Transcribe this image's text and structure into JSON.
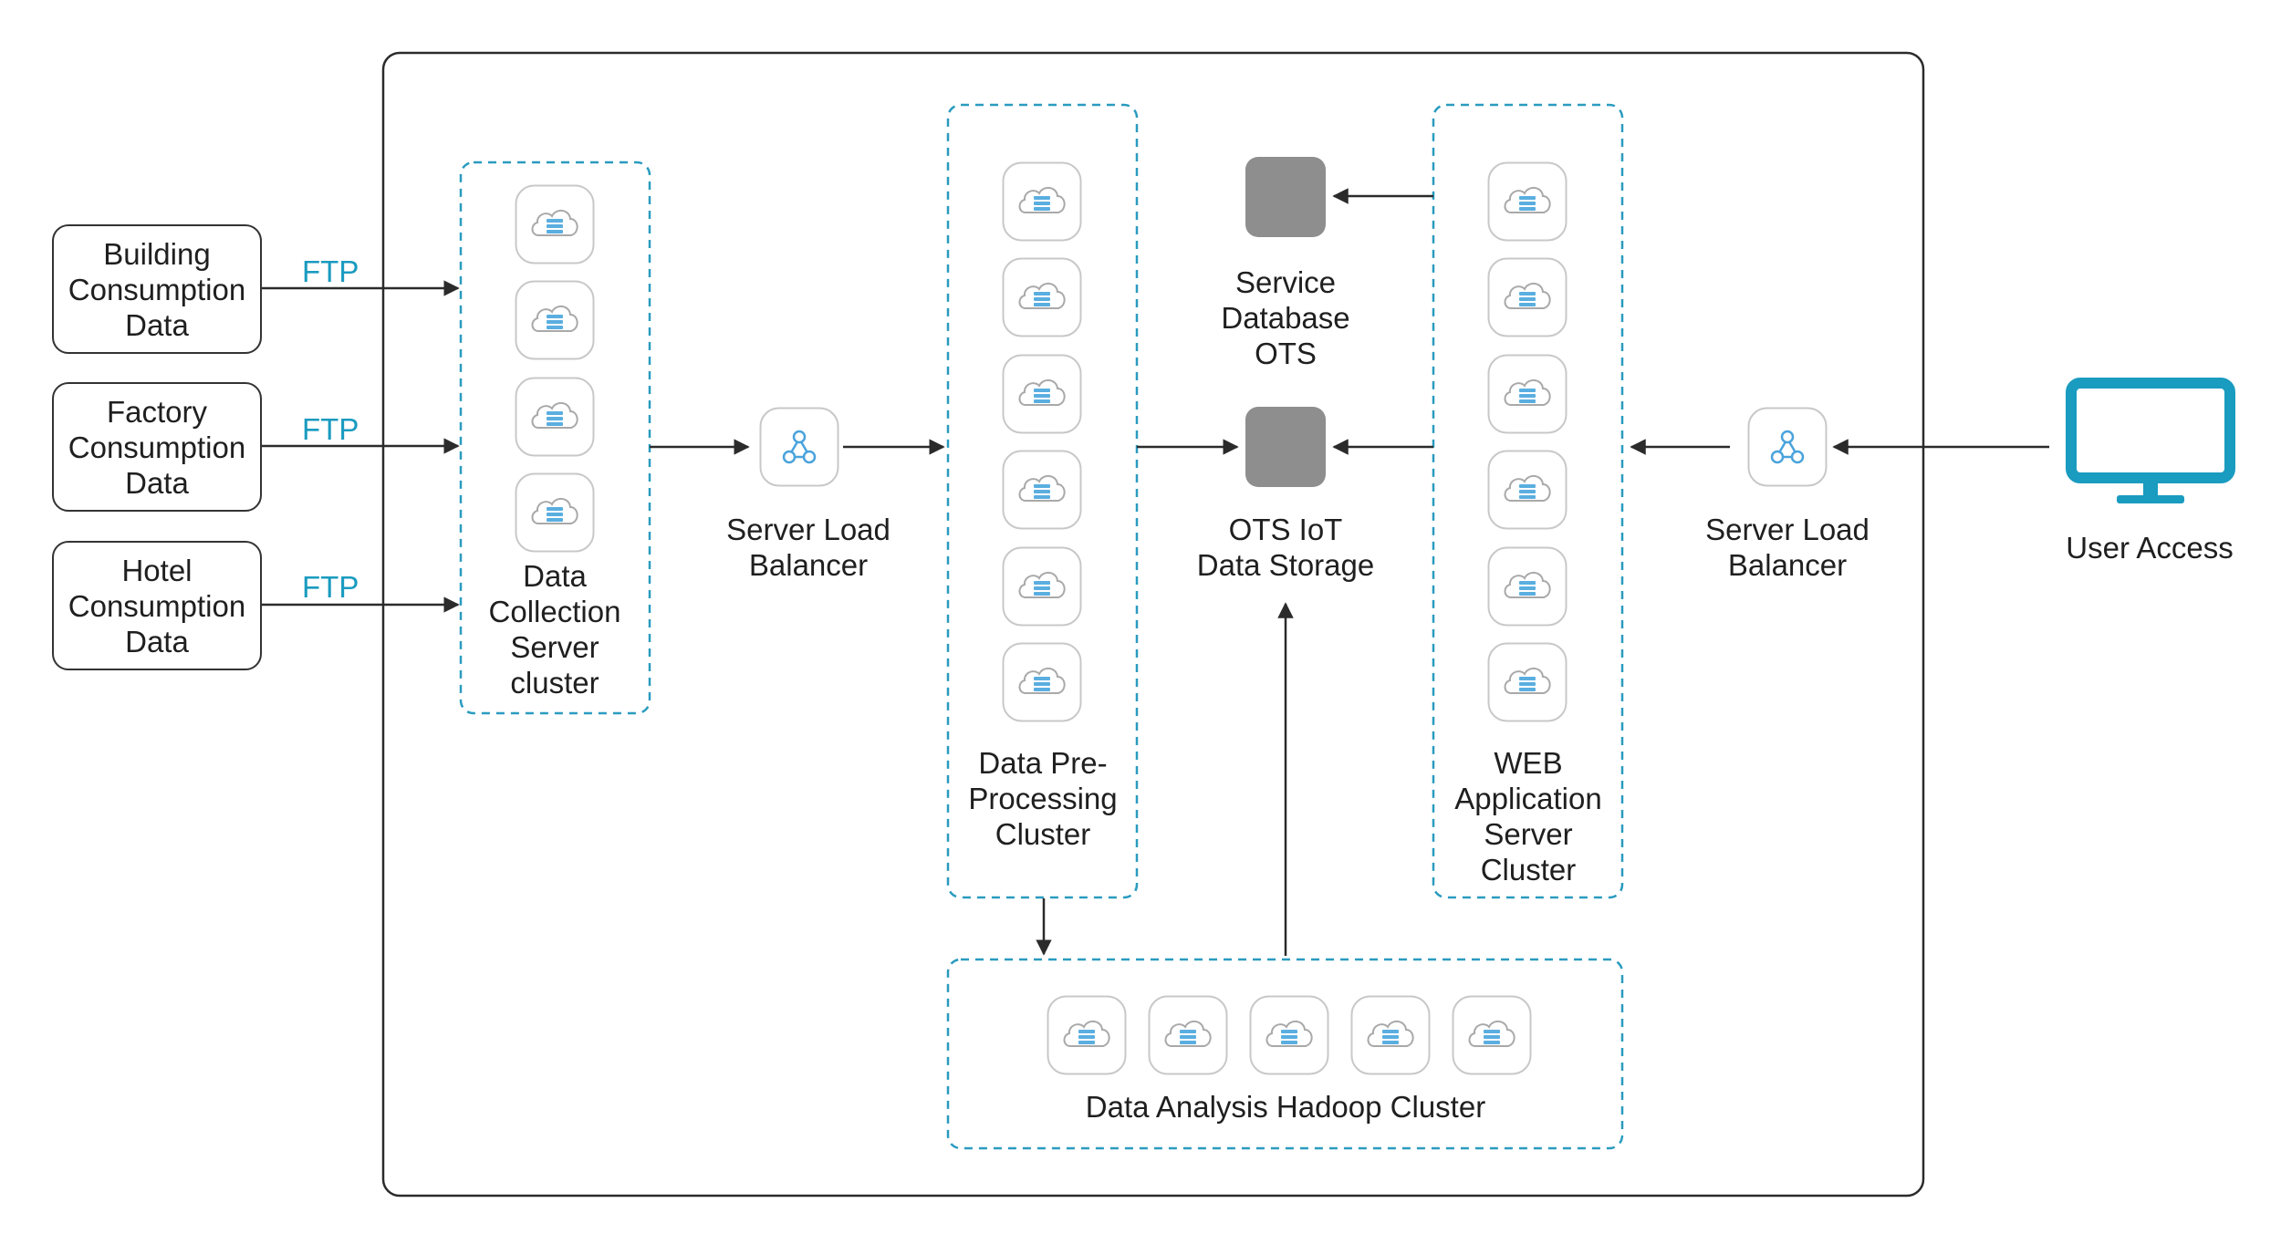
{
  "sources": [
    {
      "label": "Building\nConsumption\nData",
      "protocol": "FTP"
    },
    {
      "label": "Factory\nConsumption\nData",
      "protocol": "FTP"
    },
    {
      "label": "Hotel\nConsumption\nData",
      "protocol": "FTP"
    }
  ],
  "clusters": {
    "data_collection": {
      "label": "Data\nCollection\nServer\ncluster",
      "server_count": 4
    },
    "pre_processing": {
      "label": "Data Pre-\nProcessing\nCluster",
      "server_count": 6
    },
    "web_app": {
      "label": "WEB\nApplication\nServer\nCluster",
      "server_count": 6
    },
    "hadoop": {
      "label": "Data Analysis Hadoop Cluster",
      "server_count": 5
    }
  },
  "nodes": {
    "lb_left": {
      "label": "Server Load\nBalancer",
      "icon": "load-balancer-icon"
    },
    "lb_right": {
      "label": "Server Load\nBalancer",
      "icon": "load-balancer-icon"
    },
    "service_db": {
      "label": "Service\nDatabase\nOTS",
      "icon": "database-block-icon"
    },
    "ots_storage": {
      "label": "OTS IoT\nData Storage",
      "icon": "database-block-icon"
    },
    "user_access": {
      "label": "User Access",
      "icon": "monitor-icon"
    }
  },
  "colors": {
    "accent": "#1a9bc0",
    "dashed_border": "#2a9bbf",
    "server_icon": "#5aaee0",
    "db_block": "#8e8e8e",
    "line": "#2b2b2b",
    "monitor": "#1a9bc0"
  }
}
